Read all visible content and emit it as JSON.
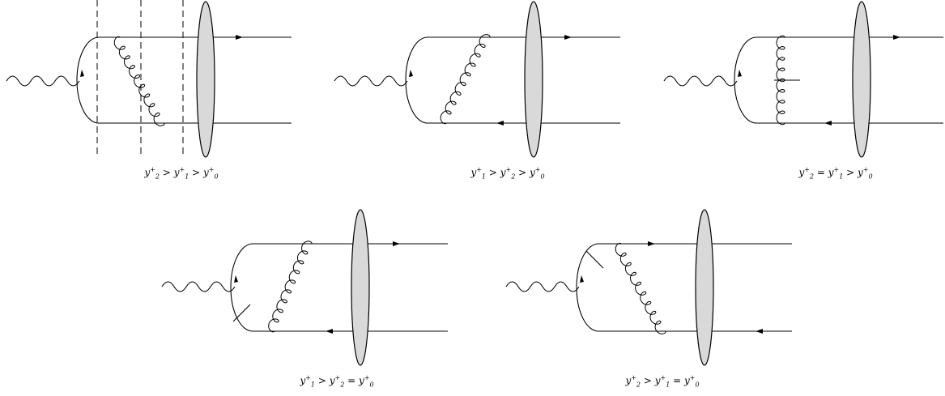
{
  "diagrams": [
    {
      "id": "d1",
      "caption": [
        "y",
        "2",
        "+",
        " > ",
        "y",
        "1",
        "+",
        " > ",
        "y",
        "0",
        "+"
      ]
    },
    {
      "id": "d2",
      "caption": [
        "y",
        "1",
        "+",
        " > ",
        "y",
        "2",
        "+",
        " > ",
        "y",
        "0",
        "+"
      ]
    },
    {
      "id": "d3",
      "caption": [
        "y",
        "2",
        "+",
        " = ",
        "y",
        "1",
        "+",
        " > ",
        "y",
        "0",
        "+"
      ]
    },
    {
      "id": "d4",
      "caption": [
        "y",
        "1",
        "+",
        " > ",
        "y",
        "2",
        "+",
        " = ",
        "y",
        "0",
        "+"
      ]
    },
    {
      "id": "d5",
      "caption": [
        "y",
        "2",
        "+",
        " > ",
        "y",
        "1",
        "+",
        " = ",
        "y",
        "0",
        "+"
      ]
    }
  ],
  "captions": {
    "d1": {
      "a": "y",
      "a_sub": "2",
      "a_sup": "+",
      "op1": " > ",
      "b": "y",
      "b_sub": "1",
      "b_sup": "+",
      "op2": " > ",
      "c": "y",
      "c_sub": "0",
      "c_sup": "+"
    },
    "d2": {
      "a": "y",
      "a_sub": "1",
      "a_sup": "+",
      "op1": " > ",
      "b": "y",
      "b_sub": "2",
      "b_sup": "+",
      "op2": " > ",
      "c": "y",
      "c_sub": "0",
      "c_sup": "+"
    },
    "d3": {
      "a": "y",
      "a_sub": "2",
      "a_sup": "+",
      "op1": " = ",
      "b": "y",
      "b_sub": "1",
      "b_sup": "+",
      "op2": " > ",
      "c": "y",
      "c_sub": "0",
      "c_sup": "+"
    },
    "d4": {
      "a": "y",
      "a_sub": "1",
      "a_sup": "+",
      "op1": " > ",
      "b": "y",
      "b_sub": "2",
      "b_sup": "+",
      "op2": " = ",
      "c": "y",
      "c_sub": "0",
      "c_sup": "+"
    },
    "d5": {
      "a": "y",
      "a_sub": "2",
      "a_sup": "+",
      "op1": " > ",
      "b": "y",
      "b_sub": "1",
      "b_sup": "+",
      "op2": " = ",
      "c": "y",
      "c_sub": "0",
      "c_sup": "+"
    }
  }
}
